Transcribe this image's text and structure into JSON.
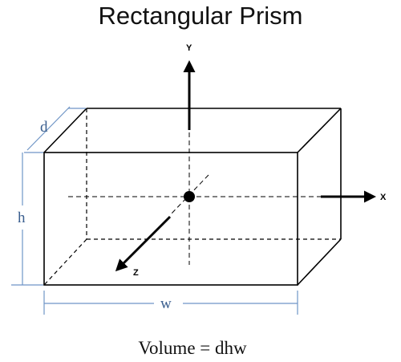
{
  "title": "Rectangular Prism",
  "axes": {
    "x": "X",
    "y": "Y",
    "z": "Z"
  },
  "dimensions": {
    "depth": "d",
    "height": "h",
    "width": "w"
  },
  "formula": "Volume = dhw",
  "colors": {
    "lines": "#000000",
    "dimension": "#6f95c6",
    "dimension_text": "#3b5f8f"
  }
}
